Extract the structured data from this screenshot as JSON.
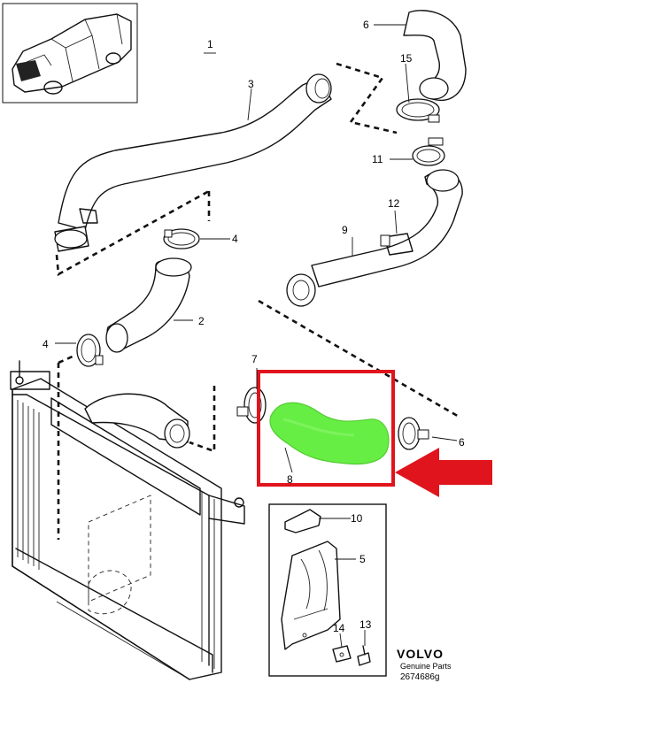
{
  "callouts": {
    "c1": "1",
    "c2": "2",
    "c3": "3",
    "c4a": "4",
    "c4b": "4",
    "c5": "5",
    "c6a": "6",
    "c6b": "6",
    "c7": "7",
    "c8": "8",
    "c9": "9",
    "c10": "10",
    "c11": "11",
    "c12": "12",
    "c13": "13",
    "c14": "14",
    "c15": "15"
  },
  "branding": {
    "logo": "VOLVO",
    "subtitle": "Genuine Parts",
    "part_number": "2674686g"
  },
  "colors": {
    "highlight_part": "#66ee44",
    "highlight_box": "#e0141c",
    "arrow": "#e0141c",
    "ink": "#111111"
  }
}
